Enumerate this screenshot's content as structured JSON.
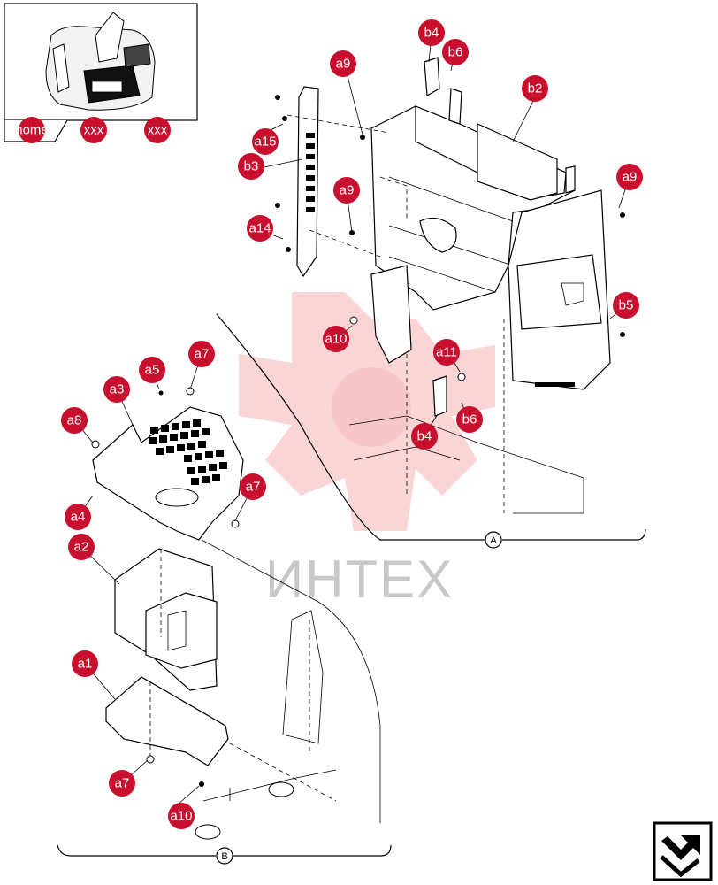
{
  "thumbnail": {
    "tabs": [
      "home",
      "xxx",
      "xxx"
    ]
  },
  "watermark": "ИНТЕХ",
  "callouts": [
    {
      "id": "a1",
      "label": "a1"
    },
    {
      "id": "a2",
      "label": "a2"
    },
    {
      "id": "a3",
      "label": "a3"
    },
    {
      "id": "a4",
      "label": "a4"
    },
    {
      "id": "a5",
      "label": "a5"
    },
    {
      "id": "a7-1",
      "label": "a7"
    },
    {
      "id": "a7-2",
      "label": "a7"
    },
    {
      "id": "a7-3",
      "label": "a7"
    },
    {
      "id": "a8",
      "label": "a8"
    },
    {
      "id": "a9-1",
      "label": "a9"
    },
    {
      "id": "a9-2",
      "label": "a9"
    },
    {
      "id": "a9-3",
      "label": "a9"
    },
    {
      "id": "a10-1",
      "label": "a10"
    },
    {
      "id": "a10-2",
      "label": "a10"
    },
    {
      "id": "a11",
      "label": "a11"
    },
    {
      "id": "a14",
      "label": "a14"
    },
    {
      "id": "a15",
      "label": "a15"
    },
    {
      "id": "b2",
      "label": "b2"
    },
    {
      "id": "b3",
      "label": "b3"
    },
    {
      "id": "b4-1",
      "label": "b4"
    },
    {
      "id": "b4-2",
      "label": "b4"
    },
    {
      "id": "b5",
      "label": "b5"
    },
    {
      "id": "b6-1",
      "label": "b6"
    },
    {
      "id": "b6-2",
      "label": "b6"
    }
  ],
  "detail_labels": {
    "a": "A",
    "b": "B"
  },
  "nav": {
    "icon": "return-arrow-icon"
  }
}
